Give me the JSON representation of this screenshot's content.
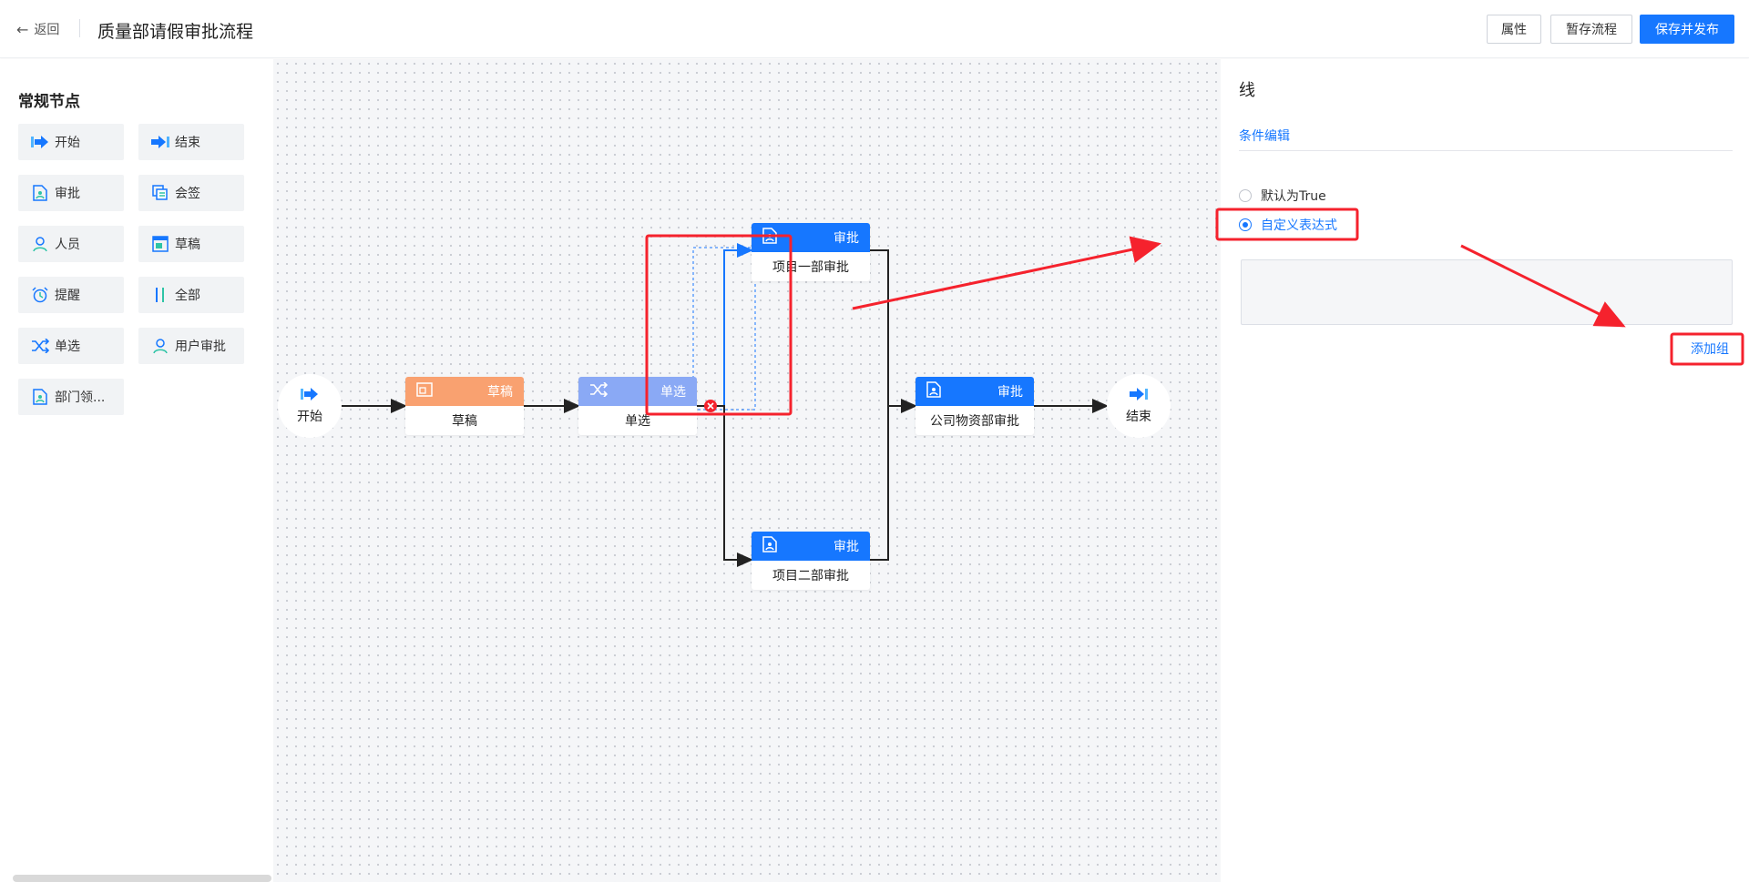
{
  "header": {
    "back_label": "返回",
    "title": "质量部请假审批流程",
    "buttons": {
      "properties": "属性",
      "save_draft": "暂存流程",
      "save_publish": "保存并发布"
    }
  },
  "sidebar": {
    "section_title": "常规节点",
    "tiles": [
      {
        "label": "开始",
        "icon": "start-arrow-icon"
      },
      {
        "label": "结束",
        "icon": "end-arrow-icon"
      },
      {
        "label": "审批",
        "icon": "approval-doc-icon"
      },
      {
        "label": "会签",
        "icon": "countersign-icon"
      },
      {
        "label": "人员",
        "icon": "person-icon"
      },
      {
        "label": "草稿",
        "icon": "draft-icon"
      },
      {
        "label": "提醒",
        "icon": "alarm-clock-icon"
      },
      {
        "label": "全部",
        "icon": "all-bars-icon"
      },
      {
        "label": "单选",
        "icon": "shuffle-icon"
      },
      {
        "label": "用户审批",
        "icon": "user-approval-icon"
      },
      {
        "label": "部门领...",
        "icon": "dept-leader-doc-icon"
      }
    ]
  },
  "canvas": {
    "start": {
      "label": "开始"
    },
    "end": {
      "label": "结束"
    },
    "draft_node": {
      "tag": "草稿",
      "body": "草稿",
      "color": "#f9a170"
    },
    "choice_node": {
      "tag": "单选",
      "body": "单选",
      "color": "#8aa9f5"
    },
    "approve1": {
      "tag": "审批",
      "body": "项目一部审批",
      "color": "#1677ff"
    },
    "approve2": {
      "tag": "审批",
      "body": "项目二部审批",
      "color": "#1677ff"
    },
    "approve3": {
      "tag": "审批",
      "body": "公司物资部审批",
      "color": "#1677ff"
    }
  },
  "panel": {
    "title": "线",
    "tab": "条件编辑",
    "radio_default": "默认为True",
    "radio_custom": "自定义表达式",
    "expression_value": "",
    "add_group": "添加组"
  },
  "colors": {
    "primary": "#1677ff",
    "annotation": "#f5222d",
    "draft": "#f9a170",
    "choice": "#8aa9f5"
  }
}
